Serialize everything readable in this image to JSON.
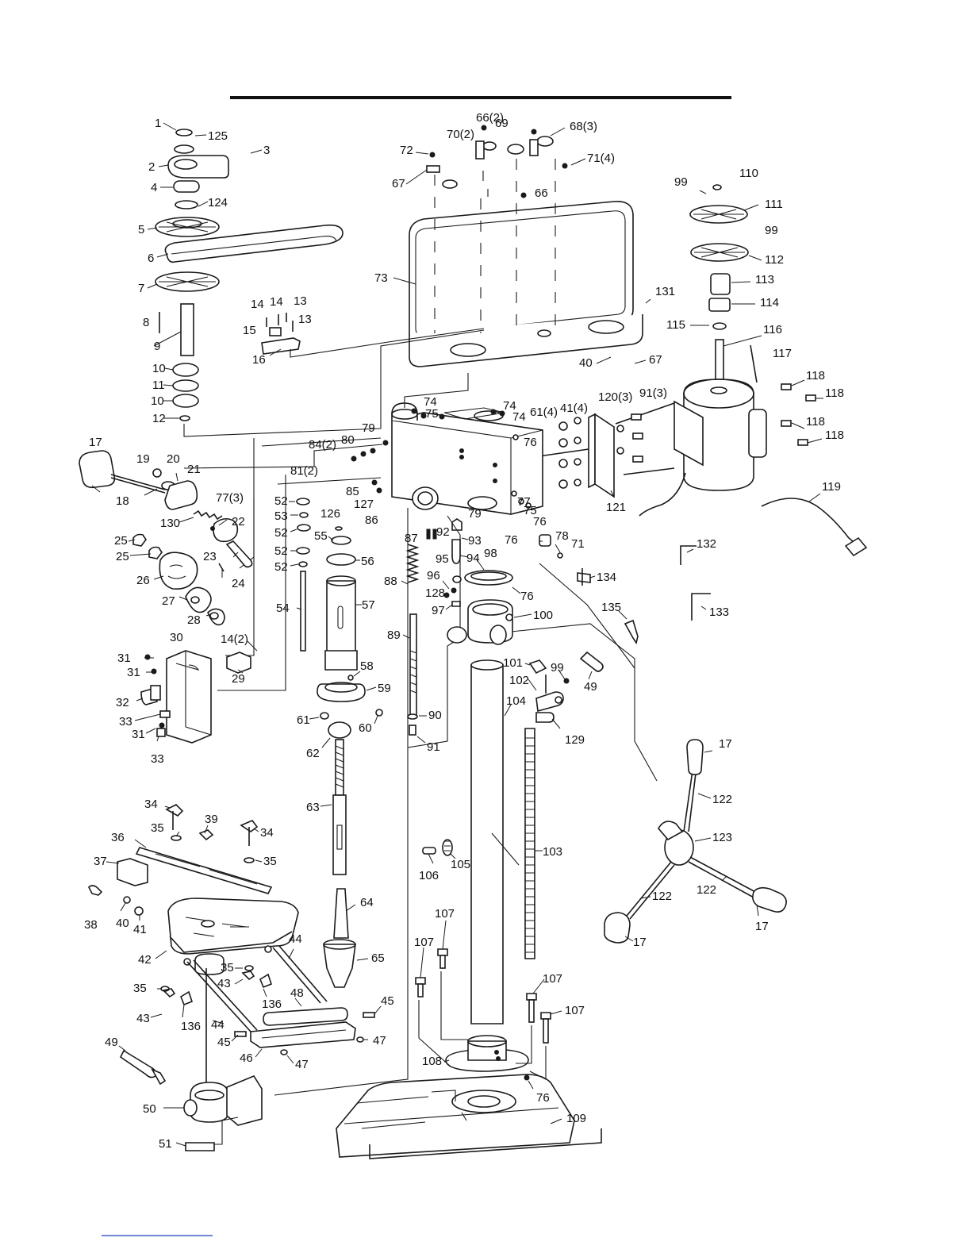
{
  "colors": {
    "ink": "#1a1a1a",
    "background": "#ffffff",
    "footer_rule": "#1f3fbf"
  },
  "labels": [
    {
      "id": "p1",
      "text": "1"
    },
    {
      "id": "p125",
      "text": "125"
    },
    {
      "id": "p3",
      "text": "3"
    },
    {
      "id": "p2",
      "text": "2"
    },
    {
      "id": "p4",
      "text": "4"
    },
    {
      "id": "p124",
      "text": "124"
    },
    {
      "id": "p5",
      "text": "5"
    },
    {
      "id": "p6",
      "text": "6"
    },
    {
      "id": "p7",
      "text": "7"
    },
    {
      "id": "p8",
      "text": "8"
    },
    {
      "id": "p9",
      "text": "9"
    },
    {
      "id": "p10a",
      "text": "10"
    },
    {
      "id": "p11",
      "text": "11"
    },
    {
      "id": "p10b",
      "text": "10"
    },
    {
      "id": "p12",
      "text": "12"
    },
    {
      "id": "p66_2",
      "text": "66(2)"
    },
    {
      "id": "p70_2",
      "text": "70(2)"
    },
    {
      "id": "p69",
      "text": "69"
    },
    {
      "id": "p68_3",
      "text": "68(3)"
    },
    {
      "id": "p72",
      "text": "72"
    },
    {
      "id": "p71_4",
      "text": "71(4)"
    },
    {
      "id": "p67a",
      "text": "67"
    },
    {
      "id": "p66",
      "text": "66"
    },
    {
      "id": "p73",
      "text": "73"
    },
    {
      "id": "p14a",
      "text": "14"
    },
    {
      "id": "p14b",
      "text": "14"
    },
    {
      "id": "p13a",
      "text": "13"
    },
    {
      "id": "p15",
      "text": "15"
    },
    {
      "id": "p13b",
      "text": "13"
    },
    {
      "id": "p16",
      "text": "16"
    },
    {
      "id": "p131",
      "text": "131"
    },
    {
      "id": "p40a",
      "text": "40"
    },
    {
      "id": "p67b",
      "text": "67"
    },
    {
      "id": "p99a",
      "text": "99"
    },
    {
      "id": "p110",
      "text": "110"
    },
    {
      "id": "p111",
      "text": "111"
    },
    {
      "id": "p99b",
      "text": "99"
    },
    {
      "id": "p112",
      "text": "112"
    },
    {
      "id": "p113",
      "text": "113"
    },
    {
      "id": "p114",
      "text": "114"
    },
    {
      "id": "p115",
      "text": "115"
    },
    {
      "id": "p116",
      "text": "116"
    },
    {
      "id": "p117",
      "text": "117"
    },
    {
      "id": "p118a",
      "text": "118"
    },
    {
      "id": "p118b",
      "text": "118"
    },
    {
      "id": "p118c",
      "text": "118"
    },
    {
      "id": "p118d",
      "text": "118"
    },
    {
      "id": "p119",
      "text": "119"
    },
    {
      "id": "p74a",
      "text": "74"
    },
    {
      "id": "p75a",
      "text": "75"
    },
    {
      "id": "p74b",
      "text": "74"
    },
    {
      "id": "p74c",
      "text": "74"
    },
    {
      "id": "p61_4",
      "text": "61(4)"
    },
    {
      "id": "p41_4",
      "text": "41(4)"
    },
    {
      "id": "p120_3",
      "text": "120(3)"
    },
    {
      "id": "p91_3",
      "text": "91(3)"
    },
    {
      "id": "p79a",
      "text": "79"
    },
    {
      "id": "p80",
      "text": "80"
    },
    {
      "id": "p76a",
      "text": "76"
    },
    {
      "id": "p84_2",
      "text": "84(2)"
    },
    {
      "id": "p81_2",
      "text": "81(2)"
    },
    {
      "id": "p121",
      "text": "121"
    },
    {
      "id": "p17a",
      "text": "17"
    },
    {
      "id": "p19",
      "text": "19"
    },
    {
      "id": "p20",
      "text": "20"
    },
    {
      "id": "p21",
      "text": "21"
    },
    {
      "id": "p18",
      "text": "18"
    },
    {
      "id": "p77_3",
      "text": "77(3)"
    },
    {
      "id": "p130",
      "text": "130"
    },
    {
      "id": "p22",
      "text": "22"
    },
    {
      "id": "p25a",
      "text": "25"
    },
    {
      "id": "p25b",
      "text": "25"
    },
    {
      "id": "p23",
      "text": "23"
    },
    {
      "id": "p24",
      "text": "24"
    },
    {
      "id": "p26",
      "text": "26"
    },
    {
      "id": "p27",
      "text": "27"
    },
    {
      "id": "p28",
      "text": "28"
    },
    {
      "id": "p52a",
      "text": "52"
    },
    {
      "id": "p53",
      "text": "53"
    },
    {
      "id": "p52b",
      "text": "52"
    },
    {
      "id": "p85",
      "text": "85"
    },
    {
      "id": "p127",
      "text": "127"
    },
    {
      "id": "p126",
      "text": "126"
    },
    {
      "id": "p86",
      "text": "86"
    },
    {
      "id": "p55",
      "text": "55"
    },
    {
      "id": "p52c",
      "text": "52"
    },
    {
      "id": "p52d",
      "text": "52"
    },
    {
      "id": "p56",
      "text": "56"
    },
    {
      "id": "p75b",
      "text": "75"
    },
    {
      "id": "p79b",
      "text": "79"
    },
    {
      "id": "p77b",
      "text": "77"
    },
    {
      "id": "p76b",
      "text": "76"
    },
    {
      "id": "p87",
      "text": "87"
    },
    {
      "id": "p92",
      "text": "92"
    },
    {
      "id": "p93",
      "text": "93"
    },
    {
      "id": "p76c",
      "text": "76"
    },
    {
      "id": "p78",
      "text": "78"
    },
    {
      "id": "p71",
      "text": "71"
    },
    {
      "id": "p95",
      "text": "95"
    },
    {
      "id": "p94",
      "text": "94"
    },
    {
      "id": "p98",
      "text": "98"
    },
    {
      "id": "p132",
      "text": "132"
    },
    {
      "id": "p134",
      "text": "134"
    },
    {
      "id": "p133",
      "text": "133"
    },
    {
      "id": "p135",
      "text": "135"
    },
    {
      "id": "p88",
      "text": "88"
    },
    {
      "id": "p96",
      "text": "96"
    },
    {
      "id": "p128",
      "text": "128"
    },
    {
      "id": "p76d",
      "text": "76"
    },
    {
      "id": "p54",
      "text": "54"
    },
    {
      "id": "p57",
      "text": "57"
    },
    {
      "id": "p97",
      "text": "97"
    },
    {
      "id": "p100",
      "text": "100"
    },
    {
      "id": "p30",
      "text": "30"
    },
    {
      "id": "p14_2",
      "text": "14(2)"
    },
    {
      "id": "p31a",
      "text": "31"
    },
    {
      "id": "p31b",
      "text": "31"
    },
    {
      "id": "p29",
      "text": "29"
    },
    {
      "id": "p32",
      "text": "32"
    },
    {
      "id": "p33a",
      "text": "33"
    },
    {
      "id": "p31c",
      "text": "31"
    },
    {
      "id": "p33b",
      "text": "33"
    },
    {
      "id": "p89",
      "text": "89"
    },
    {
      "id": "p58",
      "text": "58"
    },
    {
      "id": "p59",
      "text": "59"
    },
    {
      "id": "p101",
      "text": "101"
    },
    {
      "id": "p99c",
      "text": "99"
    },
    {
      "id": "p102",
      "text": "102"
    },
    {
      "id": "p49a",
      "text": "49"
    },
    {
      "id": "p104",
      "text": "104"
    },
    {
      "id": "p61",
      "text": "61"
    },
    {
      "id": "p60",
      "text": "60"
    },
    {
      "id": "p90",
      "text": "90"
    },
    {
      "id": "p129",
      "text": "129"
    },
    {
      "id": "p62",
      "text": "62"
    },
    {
      "id": "p91",
      "text": "91"
    },
    {
      "id": "p17b",
      "text": "17"
    },
    {
      "id": "p122a",
      "text": "122"
    },
    {
      "id": "p34a",
      "text": "34"
    },
    {
      "id": "p63",
      "text": "63"
    },
    {
      "id": "p39",
      "text": "39"
    },
    {
      "id": "p35a",
      "text": "35"
    },
    {
      "id": "p34b",
      "text": "34"
    },
    {
      "id": "p36",
      "text": "36"
    },
    {
      "id": "p123",
      "text": "123"
    },
    {
      "id": "p103",
      "text": "103"
    },
    {
      "id": "p35b",
      "text": "35"
    },
    {
      "id": "p37",
      "text": "37"
    },
    {
      "id": "p106",
      "text": "106"
    },
    {
      "id": "p105",
      "text": "105"
    },
    {
      "id": "p122b",
      "text": "122"
    },
    {
      "id": "p122c",
      "text": "122"
    },
    {
      "id": "p38",
      "text": "38"
    },
    {
      "id": "p40b",
      "text": "40"
    },
    {
      "id": "p41",
      "text": "41"
    },
    {
      "id": "p64",
      "text": "64"
    },
    {
      "id": "p107a",
      "text": "107"
    },
    {
      "id": "p17c",
      "text": "17"
    },
    {
      "id": "p17d",
      "text": "17"
    },
    {
      "id": "p44a",
      "text": "44"
    },
    {
      "id": "p107b",
      "text": "107"
    },
    {
      "id": "p42",
      "text": "42"
    },
    {
      "id": "p65",
      "text": "65"
    },
    {
      "id": "p35c",
      "text": "35"
    },
    {
      "id": "p35d",
      "text": "35"
    },
    {
      "id": "p43a",
      "text": "43"
    },
    {
      "id": "p107c",
      "text": "107"
    },
    {
      "id": "p48",
      "text": "48"
    },
    {
      "id": "p136a",
      "text": "136"
    },
    {
      "id": "p45a",
      "text": "45"
    },
    {
      "id": "p107d",
      "text": "107"
    },
    {
      "id": "p43b",
      "text": "43"
    },
    {
      "id": "p136b",
      "text": "136"
    },
    {
      "id": "p44b",
      "text": "44"
    },
    {
      "id": "p45b",
      "text": "45"
    },
    {
      "id": "p47a",
      "text": "47"
    },
    {
      "id": "p49b",
      "text": "49"
    },
    {
      "id": "p46",
      "text": "46"
    },
    {
      "id": "p47b",
      "text": "47"
    },
    {
      "id": "p108",
      "text": "108"
    },
    {
      "id": "p76e",
      "text": "76"
    },
    {
      "id": "p50",
      "text": "50"
    },
    {
      "id": "p109",
      "text": "109"
    },
    {
      "id": "p51",
      "text": "51"
    }
  ]
}
